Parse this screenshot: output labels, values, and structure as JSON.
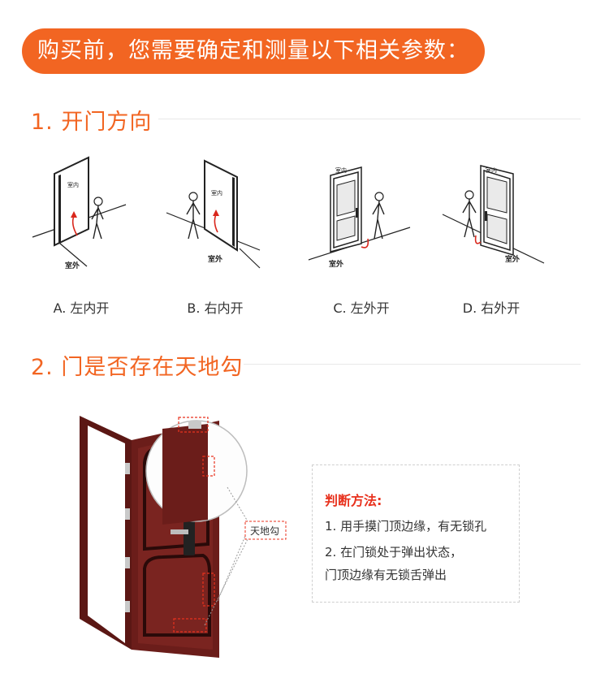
{
  "banner": {
    "text": "购买前，您需要确定和测量以下相关参数："
  },
  "section1": {
    "title": "1. 开门方向",
    "options": [
      {
        "label": "A. 左内开",
        "room_top": "室内",
        "room_bottom": "室外"
      },
      {
        "label": "B. 右内开",
        "room_top": "室内",
        "room_bottom": "室外"
      },
      {
        "label": "C. 左外开",
        "room_top": "室内",
        "room_bottom": "室外"
      },
      {
        "label": "D. 右外开",
        "room_top": "室内",
        "room_bottom": "室外"
      }
    ]
  },
  "section2": {
    "title": "2. 门是否存在天地勾",
    "callout": "天地勾",
    "judge": {
      "title": "判断方法:",
      "line1": "1. 用手摸门顶边缘，有无锁孔",
      "line2": "2. 在门锁处于弹出状态，",
      "line3": "门顶边缘有无锁舌弹出"
    }
  },
  "colors": {
    "accent": "#f26522",
    "red": "#e8321e",
    "door": "#6b1d1a"
  }
}
